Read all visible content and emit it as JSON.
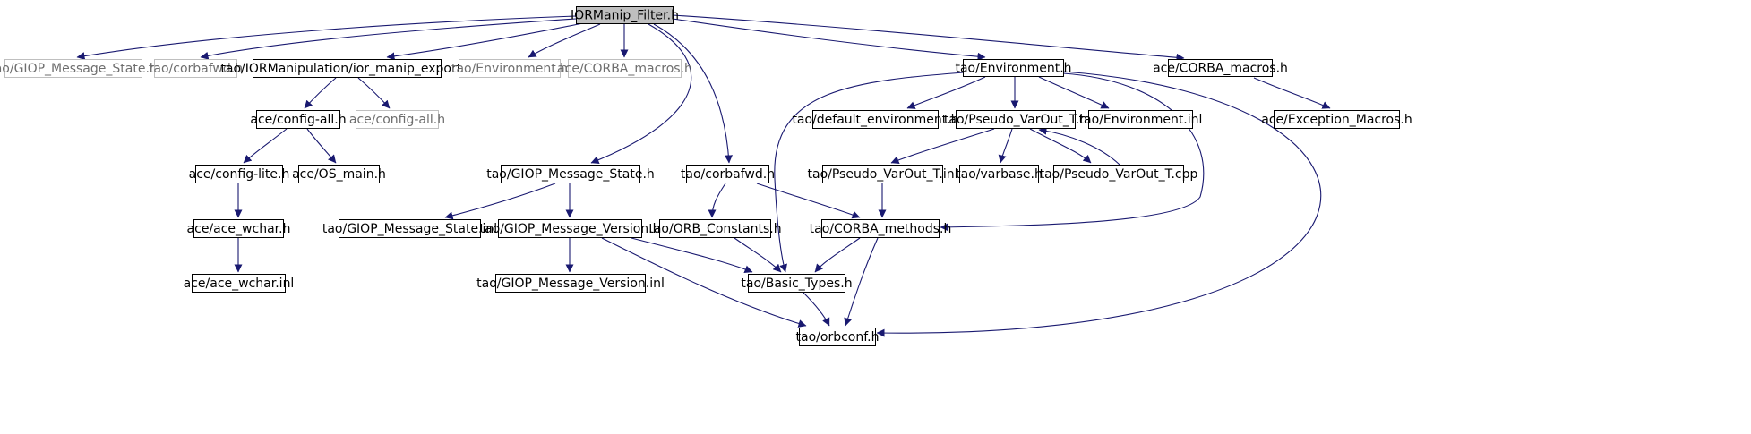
{
  "graph": {
    "colors": {
      "edge": "#191970",
      "node_border": "#000000",
      "node_border_undocumented": "#bfbfbf",
      "root_fill": "#bfbfbf",
      "node_fill": "#ffffff",
      "text": "#000000",
      "text_undocumented": "#6e6e6e"
    },
    "nodes": [
      {
        "id": "root",
        "label": "IORManip_Filter.h",
        "style": "root"
      },
      {
        "id": "n_giop_state_a",
        "label": "tao/GIOP_Message_State.h",
        "style": "undocumented"
      },
      {
        "id": "n_corbafwd_a",
        "label": "tao/corbafwd.h",
        "style": "undocumented"
      },
      {
        "id": "n_ior_export",
        "label": "tao/IORManipulation/ior_manip_export.h",
        "style": "normal"
      },
      {
        "id": "n_env_a",
        "label": "tao/Environment.h",
        "style": "undocumented"
      },
      {
        "id": "n_corba_macros_a",
        "label": "ace/CORBA_macros.h",
        "style": "undocumented"
      },
      {
        "id": "n_env",
        "label": "tao/Environment.h",
        "style": "normal"
      },
      {
        "id": "n_corba_macros",
        "label": "ace/CORBA_macros.h",
        "style": "normal"
      },
      {
        "id": "n_config_all",
        "label": "ace/config-all.h",
        "style": "normal"
      },
      {
        "id": "n_config_all_b",
        "label": "ace/config-all.h",
        "style": "undocumented"
      },
      {
        "id": "n_default_env",
        "label": "tao/default_environment.h",
        "style": "normal"
      },
      {
        "id": "n_pseudo_varout",
        "label": "tao/Pseudo_VarOut_T.h",
        "style": "normal"
      },
      {
        "id": "n_env_inl",
        "label": "tao/Environment.inl",
        "style": "normal"
      },
      {
        "id": "n_exception_macros",
        "label": "ace/Exception_Macros.h",
        "style": "normal"
      },
      {
        "id": "n_config_lite",
        "label": "ace/config-lite.h",
        "style": "normal"
      },
      {
        "id": "n_os_main",
        "label": "ace/OS_main.h",
        "style": "normal"
      },
      {
        "id": "n_giop_state",
        "label": "tao/GIOP_Message_State.h",
        "style": "normal"
      },
      {
        "id": "n_corbafwd",
        "label": "tao/corbafwd.h",
        "style": "normal"
      },
      {
        "id": "n_pseudo_varout_inl",
        "label": "tao/Pseudo_VarOut_T.inl",
        "style": "normal"
      },
      {
        "id": "n_varbase",
        "label": "tao/varbase.h",
        "style": "normal"
      },
      {
        "id": "n_pseudo_varout_cpp",
        "label": "tao/Pseudo_VarOut_T.cpp",
        "style": "normal"
      },
      {
        "id": "n_ace_wchar",
        "label": "ace/ace_wchar.h",
        "style": "normal"
      },
      {
        "id": "n_giop_state_inl",
        "label": "tao/GIOP_Message_State.inl",
        "style": "normal"
      },
      {
        "id": "n_giop_version",
        "label": "tao/GIOP_Message_Version.h",
        "style": "normal"
      },
      {
        "id": "n_orb_constants",
        "label": "tao/ORB_Constants.h",
        "style": "normal"
      },
      {
        "id": "n_corba_methods",
        "label": "tao/CORBA_methods.h",
        "style": "normal"
      },
      {
        "id": "n_ace_wchar_inl",
        "label": "ace/ace_wchar.inl",
        "style": "normal"
      },
      {
        "id": "n_giop_version_inl",
        "label": "tao/GIOP_Message_Version.inl",
        "style": "normal"
      },
      {
        "id": "n_basic_types",
        "label": "tao/Basic_Types.h",
        "style": "normal"
      },
      {
        "id": "n_orbconf",
        "label": "tao/orbconf.h",
        "style": "normal"
      }
    ],
    "edges": [
      {
        "from": "root",
        "to": "n_giop_state_a"
      },
      {
        "from": "root",
        "to": "n_corbafwd_a"
      },
      {
        "from": "root",
        "to": "n_ior_export"
      },
      {
        "from": "root",
        "to": "n_env_a"
      },
      {
        "from": "root",
        "to": "n_corba_macros_a"
      },
      {
        "from": "root",
        "to": "n_giop_state"
      },
      {
        "from": "root",
        "to": "n_corbafwd"
      },
      {
        "from": "root",
        "to": "n_env"
      },
      {
        "from": "root",
        "to": "n_corba_macros"
      },
      {
        "from": "n_ior_export",
        "to": "n_config_all"
      },
      {
        "from": "n_ior_export",
        "to": "n_config_all_b"
      },
      {
        "from": "n_config_all",
        "to": "n_config_lite"
      },
      {
        "from": "n_config_all",
        "to": "n_os_main"
      },
      {
        "from": "n_config_lite",
        "to": "n_ace_wchar"
      },
      {
        "from": "n_ace_wchar",
        "to": "n_ace_wchar_inl"
      },
      {
        "from": "n_env",
        "to": "n_default_env"
      },
      {
        "from": "n_env",
        "to": "n_pseudo_varout"
      },
      {
        "from": "n_env",
        "to": "n_env_inl"
      },
      {
        "from": "n_env",
        "to": "n_basic_types"
      },
      {
        "from": "n_env",
        "to": "n_corba_methods"
      },
      {
        "from": "n_env",
        "to": "n_orbconf"
      },
      {
        "from": "n_corba_macros",
        "to": "n_exception_macros"
      },
      {
        "from": "n_pseudo_varout",
        "to": "n_pseudo_varout_inl"
      },
      {
        "from": "n_pseudo_varout",
        "to": "n_varbase"
      },
      {
        "from": "n_pseudo_varout",
        "to": "n_pseudo_varout_cpp"
      },
      {
        "from": "n_pseudo_varout_cpp",
        "to": "n_pseudo_varout"
      },
      {
        "from": "n_pseudo_varout_inl",
        "to": "n_corba_methods"
      },
      {
        "from": "n_giop_state",
        "to": "n_giop_state_inl"
      },
      {
        "from": "n_giop_state",
        "to": "n_giop_version"
      },
      {
        "from": "n_giop_version",
        "to": "n_giop_version_inl"
      },
      {
        "from": "n_giop_version",
        "to": "n_basic_types"
      },
      {
        "from": "n_giop_version",
        "to": "n_orbconf"
      },
      {
        "from": "n_corbafwd",
        "to": "n_orb_constants"
      },
      {
        "from": "n_corbafwd",
        "to": "n_corba_methods"
      },
      {
        "from": "n_orb_constants",
        "to": "n_basic_types"
      },
      {
        "from": "n_corba_methods",
        "to": "n_basic_types"
      },
      {
        "from": "n_corba_methods",
        "to": "n_orbconf"
      },
      {
        "from": "n_basic_types",
        "to": "n_orbconf"
      }
    ]
  }
}
